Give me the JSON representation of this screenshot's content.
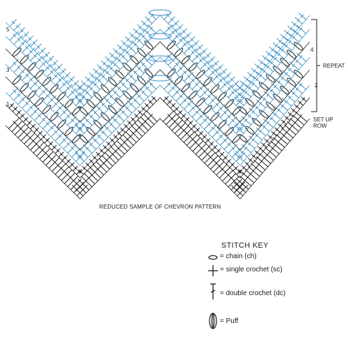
{
  "diagram": {
    "caption": "REDUCED SAMPLE OF CHEVRON PATTERN",
    "row_numbers": [
      "5",
      "3",
      "1",
      "4",
      "2"
    ],
    "side_labels": {
      "repeat": "REPEAT",
      "setup": "SET UP\nROW"
    }
  },
  "stitch_key": {
    "title": "STITCH KEY",
    "items": [
      {
        "icon": "chain-icon",
        "label": "= chain (ch)"
      },
      {
        "icon": "single-crochet-icon",
        "label": "= single crochet (sc)"
      },
      {
        "icon": "double-crochet-icon",
        "label": "= double crochet (dc)"
      },
      {
        "icon": "puff-icon",
        "label": "= Puff"
      }
    ]
  },
  "colors": {
    "blue": "#3a8fc4",
    "black": "#1a1a1a"
  }
}
